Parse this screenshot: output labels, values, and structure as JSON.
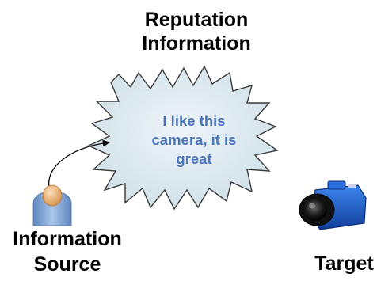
{
  "diagram": {
    "title_line1": "Reputation",
    "title_line2": "Information",
    "bubble_line1": "I like this",
    "bubble_line2": "camera, it is",
    "bubble_line3": "great",
    "source_line1": "Information",
    "source_line2": "Source",
    "target_label": "Target",
    "icons": {
      "person": "person-icon",
      "camera": "camera-icon",
      "speech_burst": "speech-burst-shape",
      "arrow": "curved-arrow"
    },
    "colors": {
      "bubble_fill": "#dbe9ee",
      "bubble_stroke": "#3a3a3a",
      "bubble_text": "#4a74b9",
      "person_body": "#7fa7d6",
      "person_head": "#f3c08a",
      "camera_body": "#1f5fcf"
    }
  }
}
